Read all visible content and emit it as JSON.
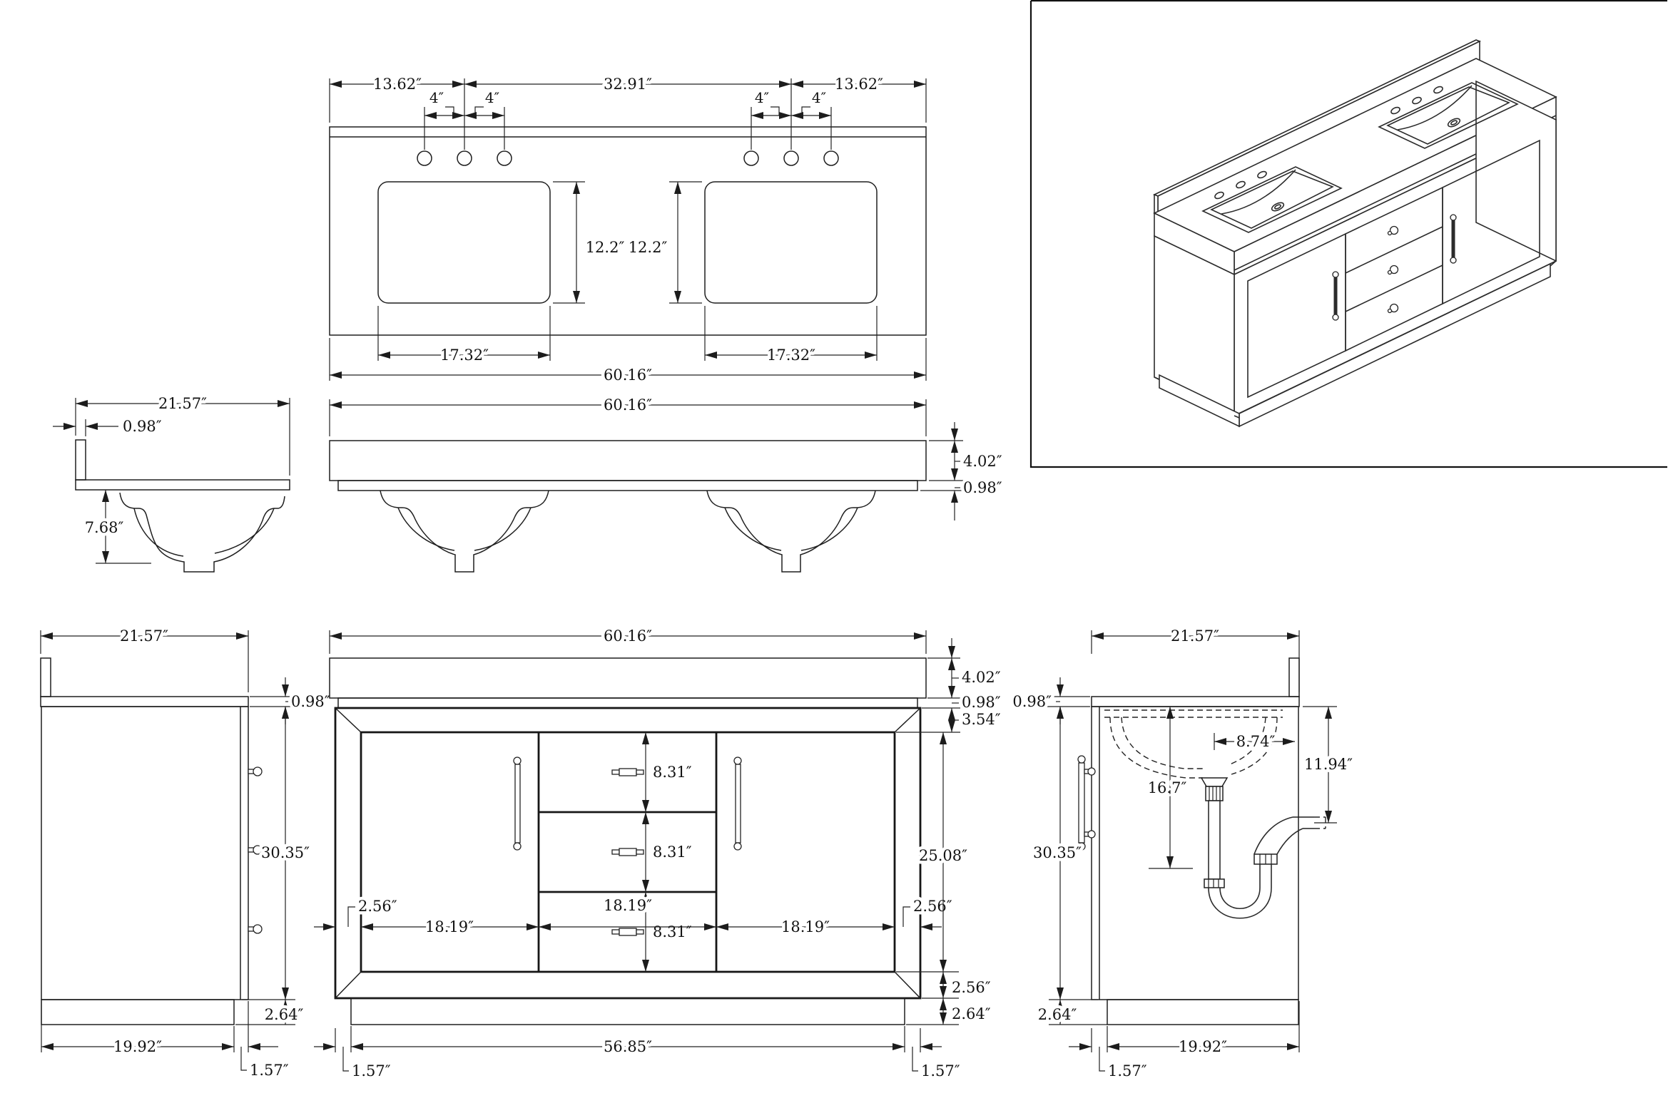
{
  "views": {
    "countertop_plan": {
      "dims": {
        "left_span": "13.62″",
        "center_span": "32.91″",
        "right_span": "13.62″",
        "faucet_spacing": "4″",
        "sink_cutout_depth": "12.2″",
        "sink_cutout_width": "17.32″",
        "overall_width": "60.16″"
      }
    },
    "countertop_front": {
      "dims": {
        "overall_width": "60.16″",
        "edge_height": "4.02″",
        "lip_height": "0.98″"
      }
    },
    "countertop_side": {
      "dims": {
        "depth": "21.57″",
        "backsplash_thickness": "0.98″",
        "bowl_depth": "7.68″"
      }
    },
    "cabinet_front": {
      "dims": {
        "overall_width": "60.16″",
        "counter_height": "4.02″",
        "lip_height": "0.98″",
        "top_rail_height": "3.54″",
        "drawer_height": "8.31″",
        "door_height": "25.08″",
        "stile_width": "2.56″",
        "section_width": "18.19″",
        "bottom_rail_height": "2.56″",
        "toe_kick_height": "2.64″",
        "base_width": "56.85″",
        "toe_kick_inset": "1.57″"
      }
    },
    "cabinet_side_left": {
      "dims": {
        "depth": "21.57″",
        "counter_thickness": "0.98″",
        "cabinet_height": "30.35″",
        "toe_kick_height": "2.64″",
        "base_depth": "19.92″",
        "toe_kick_inset": "1.57″"
      }
    },
    "cabinet_side_right": {
      "dims": {
        "counter_thickness": "0.98″",
        "depth": "21.57″",
        "drain_offset": "8.74″",
        "trap_arm_height": "11.94″",
        "drain_drop": "16.7″",
        "cabinet_height": "30.35″",
        "toe_kick_height": "2.64″",
        "base_depth": "19.92″",
        "toe_kick_inset": "1.57″"
      }
    }
  }
}
